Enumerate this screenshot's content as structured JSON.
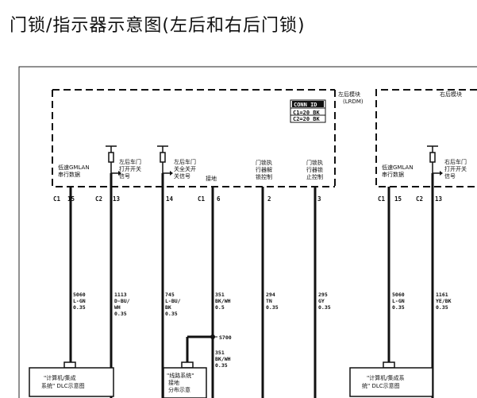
{
  "title": "门锁/指示器示意图(左后和右后门锁)",
  "left_module": {
    "name": "左后模块",
    "abbr": "(LRDM)",
    "conn_id": "CONN ID",
    "conn_1": "C1=20 BK",
    "conn_2": "C2=20 BK",
    "labels": {
      "lowspeed_1": "低速GMLAN",
      "lowspeed_2": "串行数据",
      "door_open_1": "左后车门",
      "door_open_2": "打开开关",
      "door_open_3": "信号",
      "door_close_1": "左后车门",
      "door_close_2": "关全关开",
      "door_close_3": "关信号",
      "ground": "接地",
      "lock_1": "门锁执",
      "lock_2": "行器解",
      "lock_3": "锁控制",
      "unlock_1": "门锁执",
      "unlock_2": "行器锁",
      "unlock_3": "止控制"
    },
    "pins": [
      {
        "conn": "C1",
        "num": "15"
      },
      {
        "conn": "C2",
        "num": "13"
      },
      {
        "conn": "",
        "num": "14"
      },
      {
        "conn": "C1",
        "num": "6"
      },
      {
        "conn": "",
        "num": "2"
      },
      {
        "conn": "",
        "num": "3"
      }
    ],
    "wires": [
      {
        "l1": "5060",
        "l2": "L-GN",
        "l3": "0.35"
      },
      {
        "l1": "1113",
        "l2": "D-BU/",
        "l3": "WH",
        "l4": "0.35"
      },
      {
        "l1": "745",
        "l2": "L-BU/",
        "l3": "BK",
        "l4": "0.35"
      },
      {
        "l1": "351",
        "l2": "BK/WH",
        "l3": "0.5"
      },
      {
        "l1": "294",
        "l2": "TN",
        "l3": "0.35"
      },
      {
        "l1": "295",
        "l2": "GY",
        "l3": "0.35"
      }
    ],
    "splice": "S700",
    "splice_wire": {
      "l1": "351",
      "l2": "BK/WH",
      "l3": "0.35"
    },
    "box_dlc_1": "\"计算机/集成",
    "box_dlc_2": "系统\" DLC示意图",
    "box_ground_1": "\"线路系统\"",
    "box_ground_2": "接地",
    "box_ground_3": "分布示意"
  },
  "right_module": {
    "name": "右后模块",
    "labels": {
      "lowspeed_1": "低速GMLAN",
      "lowspeed_2": "串行数据",
      "door_open_1": "右后车门",
      "door_open_2": "打开开关",
      "door_open_3": "信号"
    },
    "pins": [
      {
        "conn": "C1",
        "num": "15"
      },
      {
        "conn": "C2",
        "num": "13"
      }
    ],
    "wires": [
      {
        "l1": "5060",
        "l2": "L-GN",
        "l3": "0.35"
      },
      {
        "l1": "1161",
        "l2": "YE/BK",
        "l3": "0.35"
      }
    ],
    "box_dlc_1": "\"计算机/集成系",
    "box_dlc_2": "统\" DLC示意图"
  }
}
